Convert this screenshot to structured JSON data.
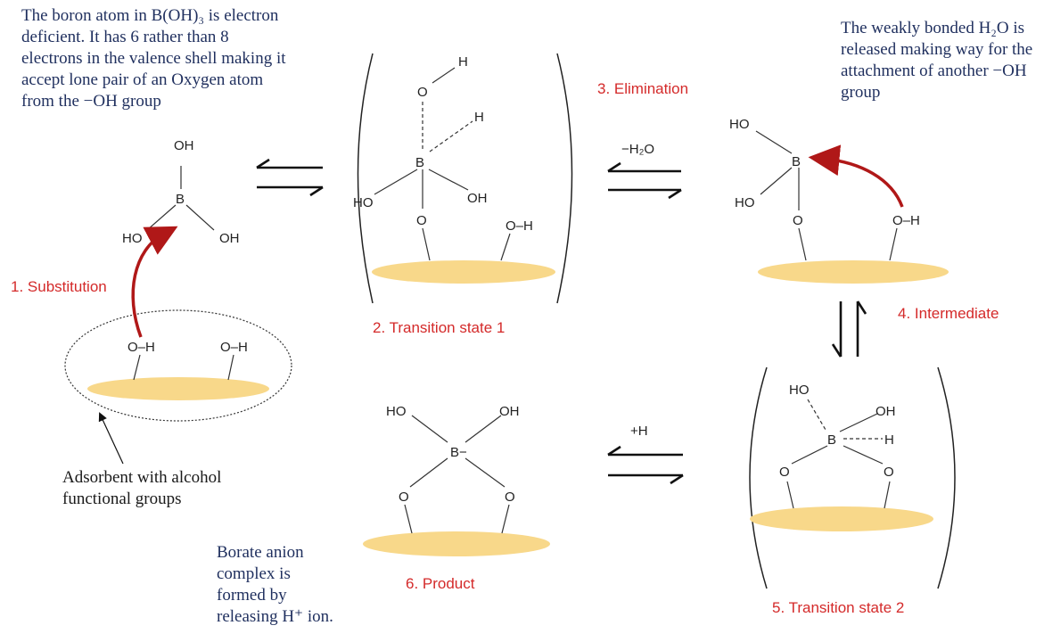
{
  "notes": {
    "boron_deficient": "The boron atom in B(OH)₃ is electron deficient. It has 6 rather than 8 electrons in the valence shell making it accept lone pair of an Oxygen atom from the −OH group",
    "water_release": "The weakly bonded H₂O is released making way for the attachment of another −OH group",
    "adsorbent": "Adsorbent with alcohol functional groups",
    "borate": "Borate anion complex is formed by releasing H⁺ ion."
  },
  "steps": {
    "s1": "1. Substitution",
    "s2": "2. Transition state 1",
    "s3": "3. Elimination",
    "s4": "4. Intermediate",
    "s5": "5. Transition state 2",
    "s6": "6. Product"
  },
  "arrow_labels": {
    "minus_water": "−H₂O",
    "plus_h": "+H"
  },
  "atoms": {
    "B": "B",
    "B_minus": "B−",
    "OH": "OH",
    "HO": "HO",
    "O": "O",
    "H": "H",
    "OH_bond": "O–H",
    "H_dash": "- - - H"
  },
  "colors": {
    "step_label": "#d42a2a",
    "note_text": "#1f2f5e",
    "surface": "#f8d88a",
    "red_arrow": "#b01818"
  }
}
